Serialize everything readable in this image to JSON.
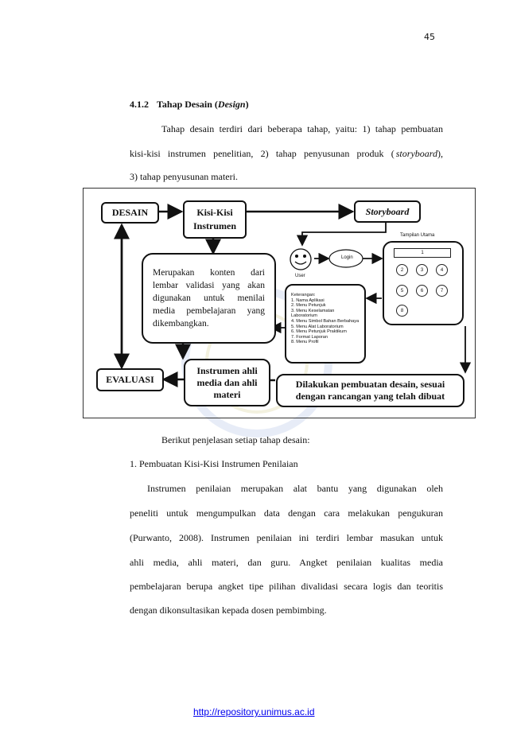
{
  "page_number": "45",
  "heading": {
    "number": "4.1.2",
    "title": "Tahap Desain (",
    "title_italic": "Design",
    "title_end": ")"
  },
  "intro": {
    "line1": "Tahap desain terdiri dari beberapa tahap, yaitu: 1) tahap pembuatan",
    "line2_a": "kisi-kisi instrumen penelitian, 2) tahap penyusunan produk (",
    "line2_italic": "storyboard",
    "line2_b": "),",
    "line3": "3) tahap penyusunan materi."
  },
  "diagram": {
    "desain": "DESAIN",
    "kisi_line1": "Kisi-Kisi",
    "kisi_line2": "Instrumen",
    "storyboard": "Storyboard",
    "description": "Merupakan konten dari lembar validasi yang akan digunakan untuk menilai media pembelajaran yang dikembangkan.",
    "evaluasi": "EVALUASI",
    "instrumen_line1": "Instrumen ahli",
    "instrumen_line2": "media dan ahli",
    "instrumen_line3": "materi",
    "final_line1": "Dilakukan pembuatan desain, sesuai",
    "final_line2": "dengan rancangan yang telah dibuat",
    "login": "Login",
    "user": "User",
    "tampilan_utama": "Tampilan Utama",
    "screen_label": "1",
    "buttons": [
      "2",
      "3",
      "4",
      "5",
      "6",
      "7",
      "8"
    ],
    "keterangan_title": "Keterangan:",
    "keterangan": [
      "1.  Nama Aplikasi",
      "2.  Menu Petunjuk",
      "3.  Menu    Keselamatan Laboratorium",
      "4.  Menu    Simbol    Bahan Berbahaya",
      "5.  Menu Alat Laboratorium",
      "6.  Menu Petunjuk Praktikum",
      "7.  Format Laporan",
      "8.  Menu Profil"
    ]
  },
  "after_diagram": "Berikut penjelasan setiap tahap desain:",
  "list_item_1": "1.   Pembuatan Kisi-Kisi Instrumen Penilaian",
  "body": {
    "l1": "Instrumen penilaian merupakan alat bantu yang digunakan oleh",
    "l2": "peneliti untuk mengumpulkan data dengan cara melakukan pengukuran",
    "l3": "(Purwanto, 2008). Instrumen penilaian ini terdiri lembar masukan untuk",
    "l4": "ahli media, ahli materi, dan guru. Angket penilaian kualitas media",
    "l5": "pembelajaran berupa angket tipe pilihan divalidasi secara logis dan teoritis",
    "l6": "dengan dikonsultasikan kepada dosen pembimbing."
  },
  "footer_link": "http://repository.unimus.ac.id"
}
